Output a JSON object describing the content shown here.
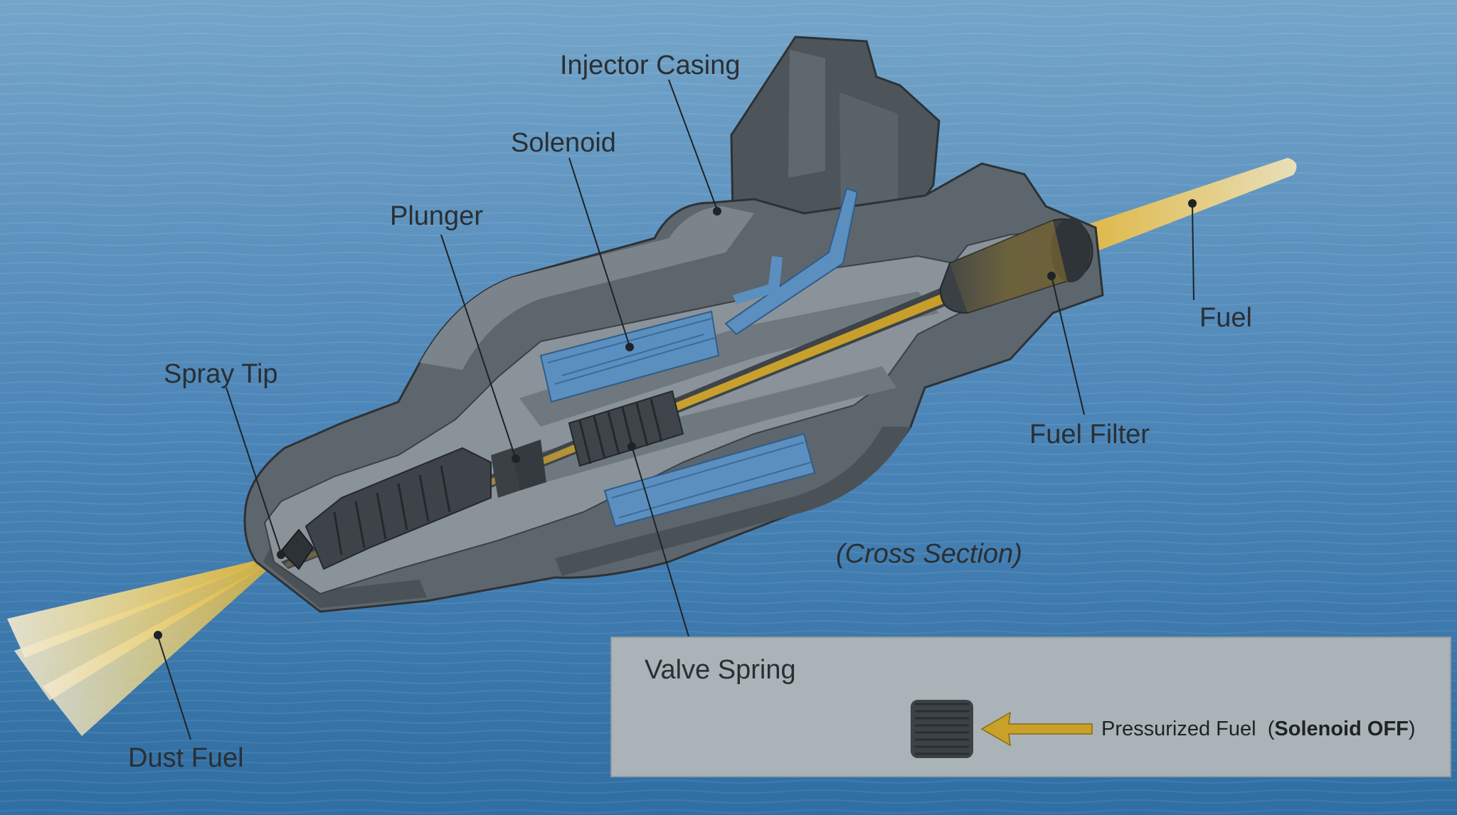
{
  "labels": {
    "injector_casing": "Injector Casing",
    "solenoid": "Solenoid",
    "plunger": "Plunger",
    "spray_tip": "Spray Tip",
    "fuel": "Fuel",
    "fuel_filter": "Fuel Filter",
    "cross_section": "(Cross Section)",
    "valve_spring": "Valve Spring",
    "dust_fuel": "Dust Fuel"
  },
  "legend": {
    "prefix": "Pressurized Fuel",
    "open_paren": "(",
    "state": "Solenoid OFF",
    "close_paren": ")"
  },
  "colors": {
    "water_top": "#6f9fc4",
    "water_bottom": "#2f6fa3",
    "body_dark": "#4b5257",
    "body_mid": "#6a7379",
    "body_light": "#8b949a",
    "coil_blue": "#5b8fc0",
    "fuel_yellow": "#e0b12a",
    "legend_bg": "#aab3b7"
  }
}
